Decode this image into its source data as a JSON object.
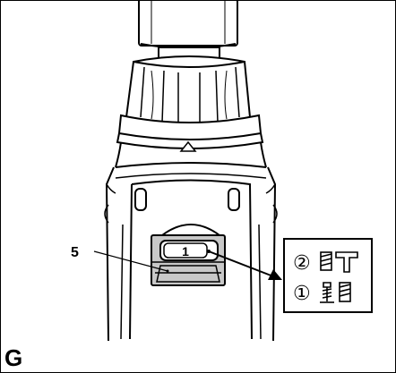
{
  "figure": {
    "letter": "G",
    "callout_number": "5",
    "switch_window_number": "1"
  },
  "gear_legend": {
    "rows": [
      {
        "number": "②",
        "modes": [
          "drill-bit-icon",
          "hammer-icon"
        ]
      },
      {
        "number": "①",
        "modes": [
          "screw-icon",
          "drill-bit-icon"
        ]
      }
    ]
  },
  "colors": {
    "line": "#000000",
    "switch_fill": "#c8c8c8",
    "background": "#ffffff"
  }
}
